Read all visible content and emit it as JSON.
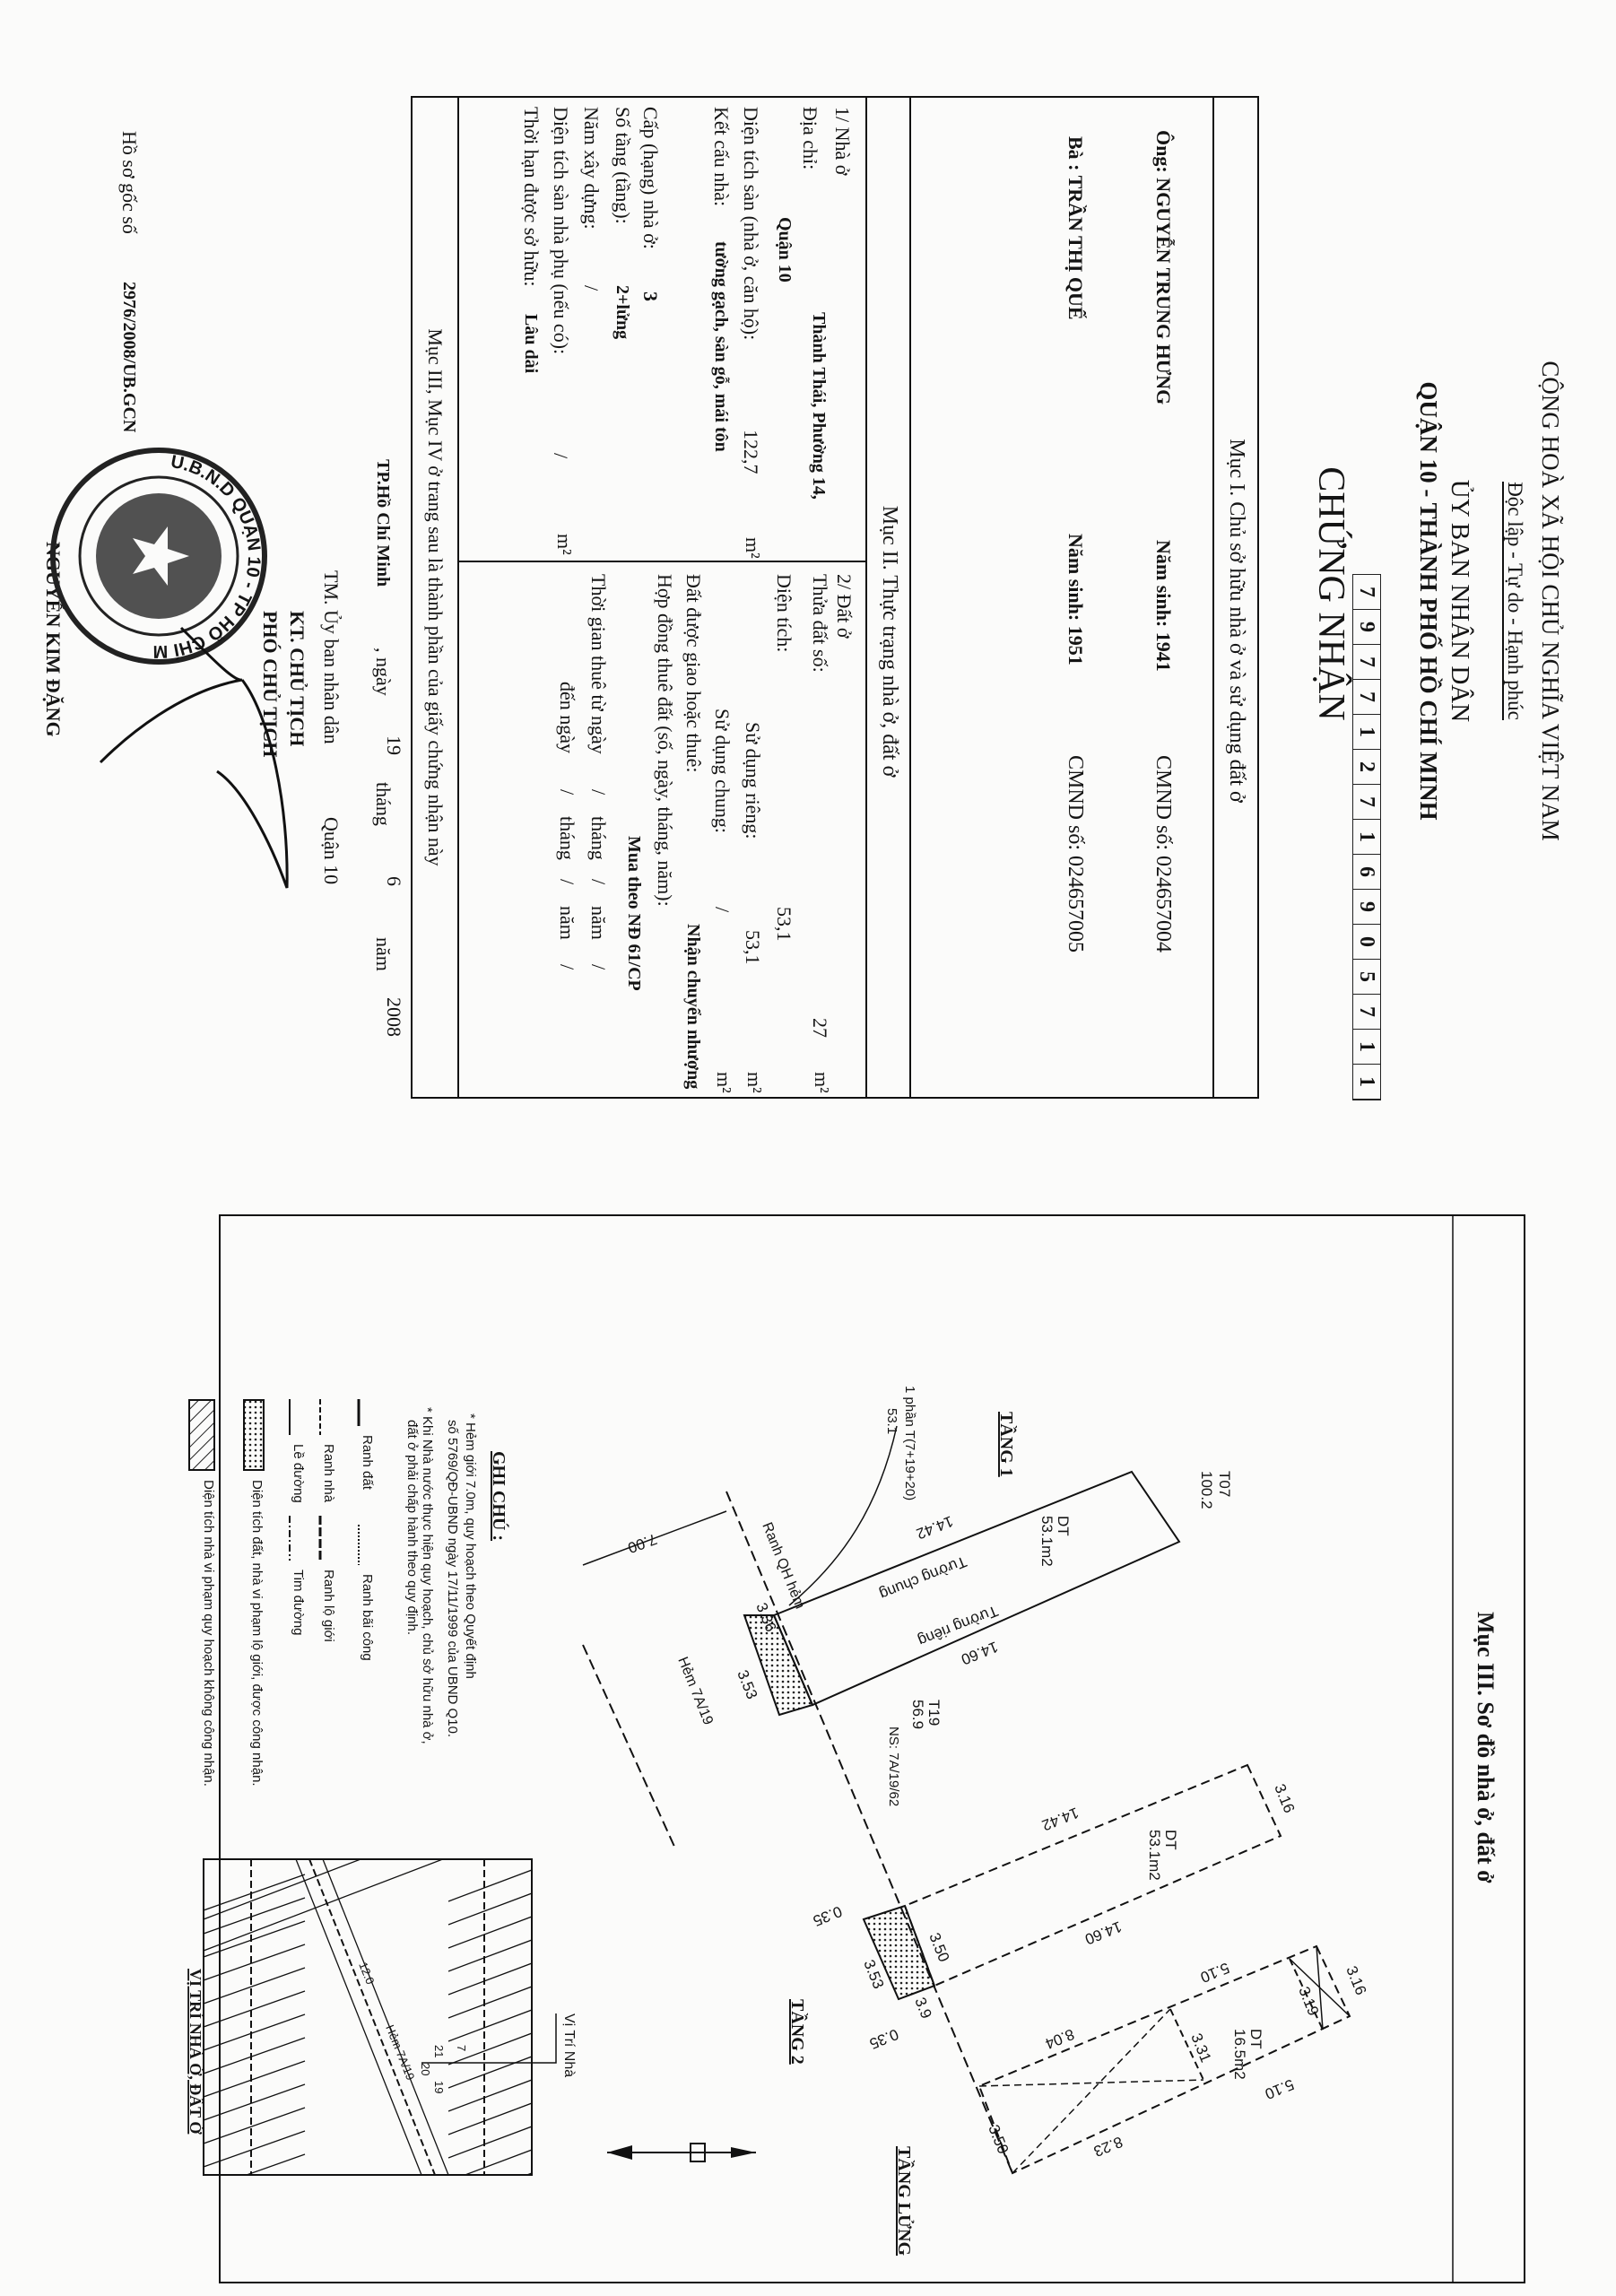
{
  "header": {
    "national_name": "CỘNG HOÀ XÃ HỘI CHỦ NGHĨA VIỆT NAM",
    "motto": "Độc lập - Tự do - Hạnh phúc",
    "committee": "ỦY BAN NHÂN DÂN",
    "district": "QUẬN 10 - THÀNH PHỐ HỒ CHÍ MINH",
    "serial_digits": [
      "7",
      "9",
      "7",
      "7",
      "1",
      "2",
      "7",
      "1",
      "6",
      "9",
      "0",
      "5",
      "7",
      "1",
      "1"
    ],
    "title": "CHỨNG NHẬN"
  },
  "section1": {
    "title": "Mục I. Chủ sở hữu nhà ở và sử dụng đất ở",
    "owners": [
      {
        "prefix": "Ông:",
        "name": "NGUYỄN TRUNG HƯNG",
        "birth_label": "Năm sinh:",
        "birth_year": "1941",
        "id_label": "CMND số:",
        "id_number": "024657004"
      },
      {
        "prefix": "Bà :",
        "name": "TRẦN THỊ QUẾ",
        "birth_label": "Năm sinh:",
        "birth_year": "1951",
        "id_label": "CMND số:",
        "id_number": "024657005"
      }
    ]
  },
  "section2": {
    "title": "Mục II. Thực trạng nhà ở, đất ở",
    "house": {
      "heading": "1/ Nhà ở",
      "address_label": "Địa chỉ:",
      "address_line1": "Thành Thái, Phường 14,",
      "address_line2": "Quận 10",
      "floor_area_label": "Diện tích sàn (nhà ở, căn hộ):",
      "floor_area": "122,7",
      "unit": "m²",
      "structure_label": "Kết cấu nhà:",
      "structure": "tường gạch, sàn gỗ, mái tôn",
      "grade_label": "Cấp (hạng) nhà ở:",
      "grade": "3",
      "floors_label": "Số tầng (tầng):",
      "floors": "2+lửng",
      "year_built_label": "Năm xây dựng:",
      "year_built": "/",
      "aux_area_label": "Diện tích sàn nhà phụ (nếu có):",
      "aux_area": "/",
      "ownership_term_label": "Thời hạn được sở hữu:",
      "ownership_term": "Lâu dài"
    },
    "land": {
      "heading": "2/ Đất ở",
      "plot_label": "Thửa đất số:",
      "plot_value": "27",
      "area_label": "Diện tích:",
      "area": "53,1",
      "private_use_label": "Sử dụng riêng:",
      "private_use": "53,1",
      "shared_use_label": "Sử dụng chung:",
      "shared_use": "/",
      "allocation_label": "Đất được giao hoặc thuê:",
      "allocation": "Nhận chuyển nhượng",
      "contract_label": "Hợp đồng thuê đất (số, ngày, tháng, năm):",
      "contract": "Mua theo NĐ 61/CP",
      "lease_from_label": "Thời gian thuê từ ngày",
      "lease_to_label": "đến ngày",
      "slash": "/",
      "month_label": "tháng",
      "year_label": "năm",
      "unit": "m²"
    }
  },
  "footer_note": "Mục III, Mục IV ở trang sau là thành phần của giấy chứng nhận này",
  "signing": {
    "place": "TP.Hồ Chí Minh",
    "day_label": ", ngày",
    "day": "19",
    "month_label": "tháng",
    "month": "6",
    "year_label": "năm",
    "year": "2008",
    "on_behalf": "TM. Ủy ban nhân dân",
    "on_behalf_district": "Quận 10",
    "for_chair": "KT. CHỦ TỊCH",
    "position": "PHÓ CHỦ TỊCH",
    "signer": "NGUYỄN KIM ĐẶNG",
    "stamp_text": "U.B.N.D QUẬN 10 - TP HỒ CHÍ MINH"
  },
  "record": {
    "label": "Hồ sơ gốc số",
    "number": "2976/2008/UB.GCN"
  },
  "drawing": {
    "title": "Mục III. Sơ đồ nhà ở, đất ở",
    "floor1": "TẦNG 1",
    "floor2": "TẦNG 2",
    "mezzanine": "TẦNG LỬNG",
    "t07": "T07",
    "t07_area": "100.2",
    "t19": "T19",
    "t19_area": "56.9",
    "part_note": "1 phần T(7+19+20)",
    "part_area": "53.1",
    "dt_label": "DT",
    "dt1": "53.1m2",
    "dt_lung": "16.5m2",
    "shared_wall": "Tường chung",
    "private_wall": "Tường riêng",
    "alley_boundary": "Ranh QH hẻm",
    "alley": "Hẻm 7A/19",
    "neighbor": "NS: 7A/19/62",
    "dims": {
      "d1442": "14.42",
      "d1460": "14.60",
      "d336": "3.36",
      "d353": "3.53",
      "d350": "3.50",
      "d316": "3.16",
      "d319": "3.19",
      "d331": "3.31",
      "d510": "5.10",
      "d804": "8.04",
      "d823": "8.23",
      "d035": "0.35",
      "d39": "3.9",
      "d700": "7.00"
    }
  },
  "notes": {
    "title": "GHI CHÚ :",
    "lines": [
      "* Hẻm giới 7.0m, quy hoạch theo Quyết định",
      "số 5769/QĐ-UBND ngày 17/11/1999 của UBND Q10.",
      "* Khi Nhà nước thực hiện quy hoạch, chủ sở hữu nhà ở,",
      "đất ở phải chấp hành theo quy định."
    ],
    "legend": {
      "land_boundary": "Ranh đất",
      "public_yard": "Ranh bãi công",
      "house_boundary": "Ranh nhà",
      "road_limit": "Ranh lộ giới",
      "curb": "Lề đường",
      "centerline": "Tim đường",
      "recognized": "Diện tích đất, nhà vi phạm lộ giới, được công nhận.",
      "not_recognized": "Diện tích nhà vi phạm quy hoạch không công nhận."
    }
  },
  "location_map": {
    "house_pointer": "Vị Trí Nhà",
    "title": "VỊ TRÍ NHÀ Ở, ĐẤT Ở",
    "alley": "Hẻm 7A/19",
    "labels": [
      "21",
      "20",
      "19",
      "7",
      "12.0"
    ]
  },
  "colors": {
    "ink": "#141414",
    "paper": "#fbfbfa"
  }
}
